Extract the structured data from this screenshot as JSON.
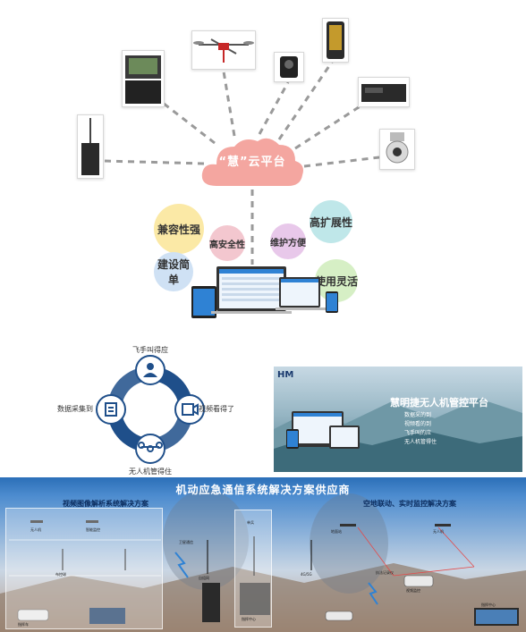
{
  "platform": {
    "cloud_title": "“慧”云平台",
    "features": [
      "兼容性强",
      "高安全性",
      "维护方便",
      "高扩展性",
      "建设简单",
      "使用灵活"
    ],
    "devices": [
      "单兵基站",
      "便携指挥箱",
      "无人机",
      "执法记录仪",
      "三防手机",
      "车载硬盘录像机",
      "智能球机"
    ]
  },
  "ring": {
    "items": [
      "飞手叫得应",
      "视频看得了",
      "无人机管得住",
      "数据采集到"
    ],
    "icons": [
      "user-icon",
      "video-camera-icon",
      "drone-icon",
      "document-icon"
    ]
  },
  "banner": {
    "logo": "HM",
    "title": "慧明捷无人机管控平台",
    "list": [
      "数据采的到",
      "视频看的到",
      "飞手叫的应",
      "无人机管得住"
    ]
  },
  "solution": {
    "title": "机动应急通信系统解决方案供应商",
    "left_subtitle": "视频图像解析系统解决方案",
    "right_subtitle": "空地联动、实时监控解决方案",
    "labels": [
      "无人机",
      "智能监控",
      "布控球",
      "指挥车",
      "卫星通信",
      "自组网",
      "单兵",
      "指挥中心",
      "4G/5G",
      "地面站",
      "执法记录仪",
      "无人机",
      "视频监控",
      "指挥中心"
    ]
  },
  "colors": {
    "accent": "#2b6fb8",
    "cloud": "#f4a6a0",
    "ring": "#1f4f8a"
  }
}
